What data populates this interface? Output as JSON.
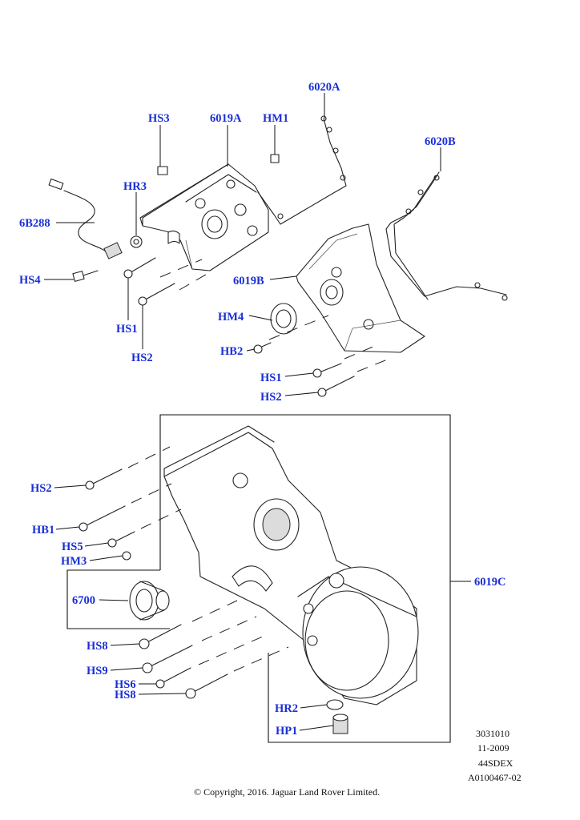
{
  "callouts": {
    "c6020A": "6020A",
    "c6020B": "6020B",
    "cHS3": "HS3",
    "c6019A": "6019A",
    "cHM1": "HM1",
    "cHR3": "HR3",
    "c6B288": "6B288",
    "cHS4_top": "HS4",
    "c6019B": "6019B",
    "cHS1_top": "HS1",
    "cHM4": "HM4",
    "cHS2_top": "HS2",
    "cHB2": "HB2",
    "cHS1_mid": "HS1",
    "cHS2_mid": "HS2",
    "cHS2_low": "HS2",
    "cHB1": "HB1",
    "cHS5": "HS5",
    "cHM3": "HM3",
    "c6700": "6700",
    "c6019C": "6019C",
    "cHS8_a": "HS8",
    "cHS9": "HS9",
    "cHS6": "HS6",
    "cHS8_b": "HS8",
    "cHR2": "HR2",
    "cHP1": "HP1"
  },
  "meta": {
    "line1": "3031010",
    "line2": "11-2009",
    "line3": "44SDEX",
    "line4": "A0100467-02"
  },
  "copyright": "© Copyright, 2016. Jaguar Land Rover Limited.",
  "colors": {
    "callout": "#1a2fd6",
    "line": "#222222"
  }
}
